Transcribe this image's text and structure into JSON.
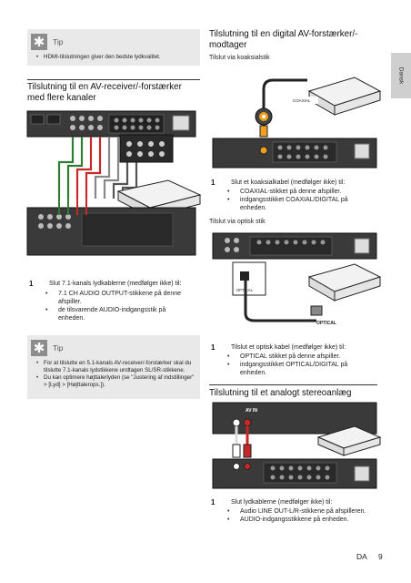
{
  "side_tab": "Dansk",
  "left": {
    "tip1": {
      "title": "Tip",
      "items": [
        "HDMI-tilslutningen giver den bedste lydkvalitet."
      ]
    },
    "heading": "Tilslutning til en AV-receiver/-forstærker med flere kanaler",
    "step": {
      "num": "1",
      "text": "Slut 7.1-kanals lydkablerne (medfølger ikke) til:",
      "bullets": [
        "7.1 CH AUDIO OUTPUT-stikkene på denne afspiller.",
        "de tilsvarende AUDIO-indgangsstik på enheden."
      ]
    },
    "tip2": {
      "title": "Tip",
      "items": [
        "For at tilslutte en 5.1-kanals AV-receiver/-forstærker skal du tilslutte 7.1-kanals lydstikkene undtagen SL/SR-stikkene.",
        "Du kan optimere højttalerlyden (se \"Justering af indstillinger\" > [Lyd] > [Højttalerops.])."
      ]
    }
  },
  "right": {
    "heading1": "Tilslutning til en digital AV-forstærker/-modtager",
    "sub1": "Tilslut via koaksialstik",
    "coaxial_label": "COAXIAL",
    "step1": {
      "num": "1",
      "text": "Slut et koaksialkabel (medfølger ikke) til:",
      "bullets": [
        "COAXIAL-stikket på denne afspiller.",
        "indgangsstikket COAXIAL/DIGITAL på enheden."
      ]
    },
    "sub2": "Tilslut via optisk stik",
    "optical_label": "OPTICAL",
    "step2": {
      "num": "1",
      "text": "Tilslut et optisk kabel (medfølger ikke) til:",
      "bullets": [
        "OPTICAL stikket på denne afspiller.",
        "indgangsstikket OPTICAL/DIGITAL på enheden."
      ]
    },
    "heading2": "Tilslutning til et analogt stereoanlæg",
    "av_in_label": "AV IN",
    "step3": {
      "num": "1",
      "text": "Slut lydkablerne (medfølger ikke) til:",
      "bullets": [
        "Audio LINE OUT-L/R-stikkene på afspilleren.",
        "AUDIO-indgangsstikkene på enheden."
      ]
    }
  },
  "footer": {
    "lang": "DA",
    "page": "9"
  }
}
